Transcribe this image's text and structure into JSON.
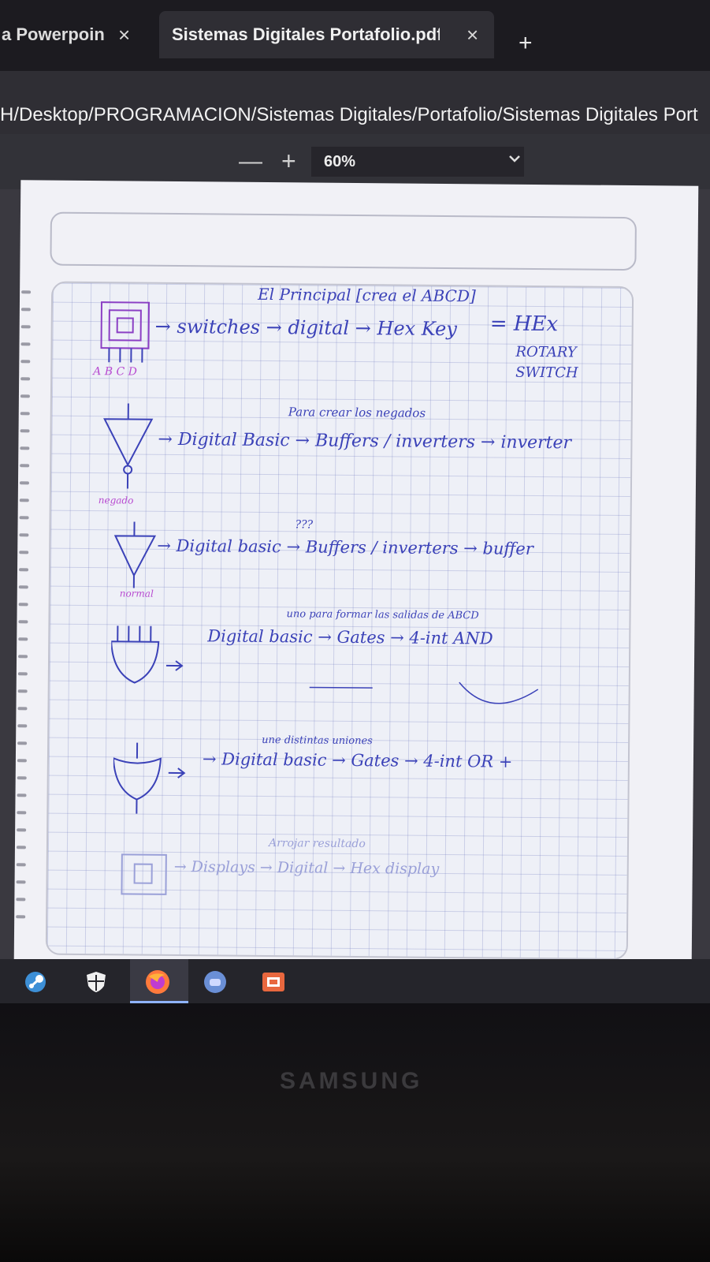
{
  "tabs": [
    {
      "title": "a Powerpoin",
      "close": "×"
    },
    {
      "title": "Sistemas Digitales Portafolio.pdf",
      "close": "×"
    }
  ],
  "new_tab": "+",
  "address": "H/Desktop/PROGRAMACION/Sistemas Digitales/Portafolio/Sistemas Digitales Port",
  "pdf_toolbar": {
    "zoom_out": "—",
    "zoom_in": "+",
    "zoom": "60%"
  },
  "notes": {
    "title": "El Principal [crea el ABCD]",
    "row1": {
      "text": "→ switches → digital → Hex Key",
      "eq": "= HEx",
      "side1": "ROTARY",
      "side2": "SWITCH",
      "pins": "A B C D"
    },
    "row2": {
      "caption": "Para crear los negados",
      "text": "→ Digital Basic → Buffers / inverters → inverter",
      "label": "negado"
    },
    "row3": {
      "caption": "???",
      "text": "→ Digital basic → Buffers / inverters → buffer",
      "label": "normal"
    },
    "row4": {
      "caption": "uno para formar las salidas de ABCD",
      "text": "Digital basic → Gates → 4-int AND"
    },
    "row5": {
      "caption": "une distintas uniones",
      "text": "→ Digital basic → Gates → 4-int OR +"
    },
    "row6": {
      "caption": "Arrojar resultado",
      "text": "→ Displays → Digital → Hex display"
    }
  },
  "brand": "SAMSUNG"
}
